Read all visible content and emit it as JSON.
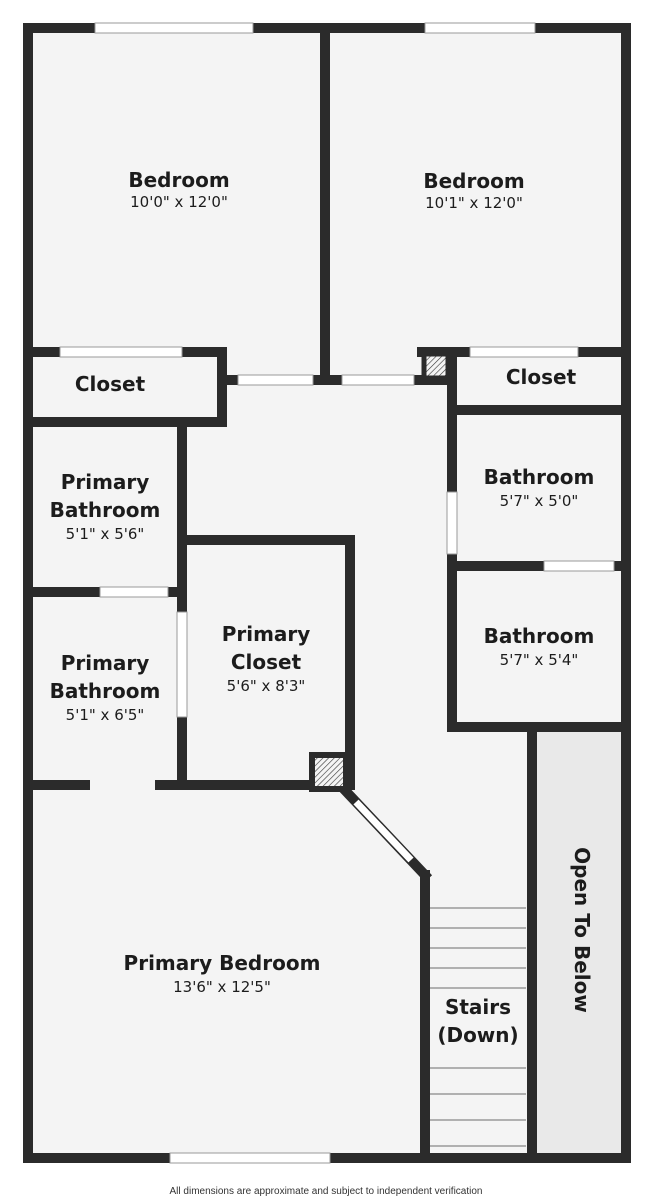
{
  "rooms": {
    "bedroom_left": {
      "name": "Bedroom",
      "dims": "10'0\" x 12'0\""
    },
    "bedroom_right": {
      "name": "Bedroom",
      "dims": "10'1\" x 12'0\""
    },
    "closet_left": {
      "name": "Closet"
    },
    "closet_right": {
      "name": "Closet"
    },
    "primary_bath_top": {
      "name_line1": "Primary",
      "name_line2": "Bathroom",
      "dims": "5'1\" x 5'6\""
    },
    "primary_bath_bottom": {
      "name_line1": "Primary",
      "name_line2": "Bathroom",
      "dims": "5'1\" x 6'5\""
    },
    "primary_closet": {
      "name_line1": "Primary",
      "name_line2": "Closet",
      "dims": "5'6\" x 8'3\""
    },
    "bathroom_top": {
      "name": "Bathroom",
      "dims": "5'7\" x 5'0\""
    },
    "bathroom_bottom": {
      "name": "Bathroom",
      "dims": "5'7\" x 5'4\""
    },
    "primary_bedroom": {
      "name": "Primary Bedroom",
      "dims": "13'6\" x 12'5\""
    },
    "stairs": {
      "name_line1": "Stairs",
      "name_line2": "(Down)"
    },
    "open_to_below": {
      "name": "Open To Below"
    }
  },
  "footer": "All dimensions are approximate and subject to independent verification",
  "colors": {
    "wall": "#2b2b2b",
    "floor": "#f4f4f4",
    "open_below": "#e9e9e9",
    "window": "#ffffff"
  }
}
